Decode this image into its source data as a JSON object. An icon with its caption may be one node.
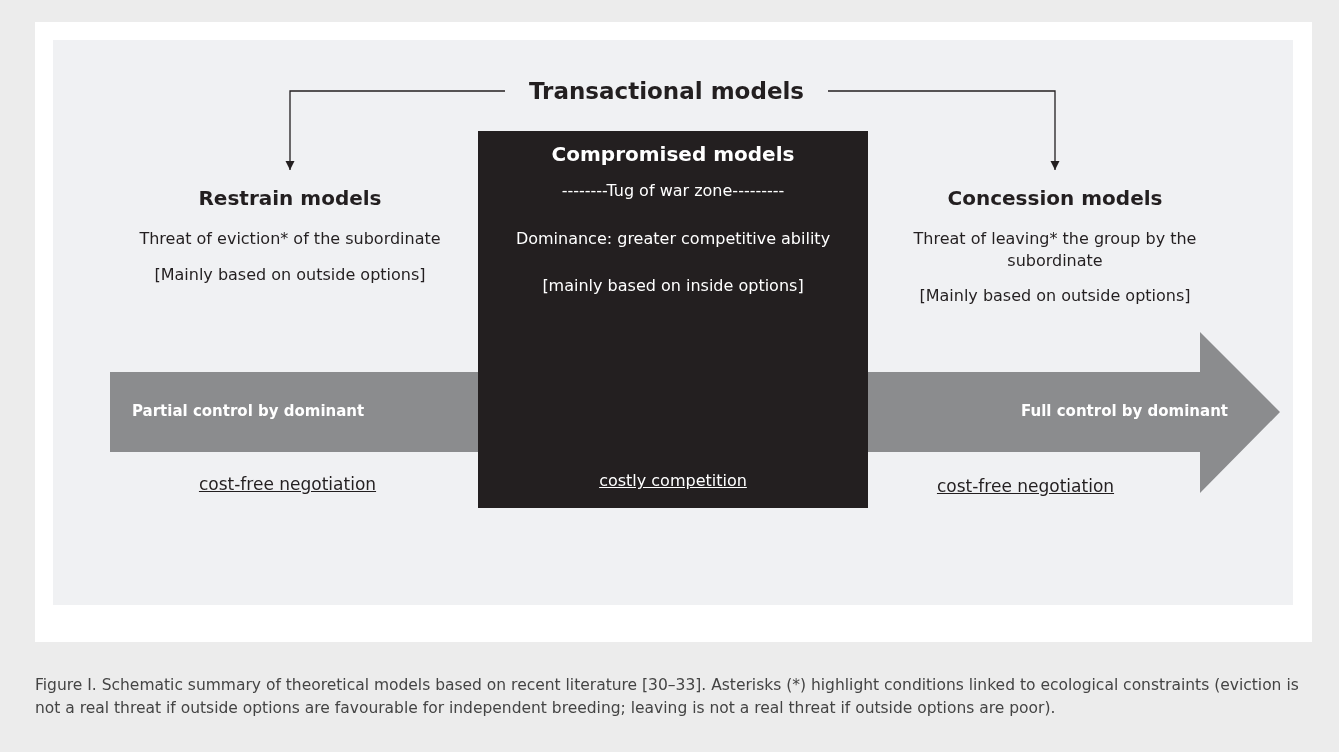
{
  "diagram": {
    "caption": "Figure I. Schematic summary of theoretical models based on recent literature [30–33]. Asterisks (*) highlight conditions linked to ecological constraints (eviction is not a real threat if outside options are favourable for independent breeding; leaving is not a real threat if outside options are poor).",
    "nodes": [
      {
        "text": [
          "Transactional models"
        ]
      },
      {
        "text": [
          "Restrain models",
          "Threat of eviction* of the subordinate",
          "[Mainly based on outside options]"
        ]
      },
      {
        "text": [
          "Compromised models",
          "--------Tug of war zone---------",
          "Dominance: greater competitive ability",
          "[mainly based on inside options]",
          "costly competition"
        ]
      },
      {
        "text": [
          "Concession models",
          "Threat of leaving* the group by the subordinate",
          "[Mainly based on outside options]"
        ]
      },
      {
        "text": [
          "Partial control by dominant",
          "Full control by dominant"
        ]
      }
    ],
    "edges": [
      {
        "from": 0,
        "to": 1,
        "arrow": "to"
      },
      {
        "from": 0,
        "to": 3,
        "arrow": "to"
      }
    ],
    "labels": [
      "cost-free negotiation",
      "cost-free negotiation"
    ]
  }
}
